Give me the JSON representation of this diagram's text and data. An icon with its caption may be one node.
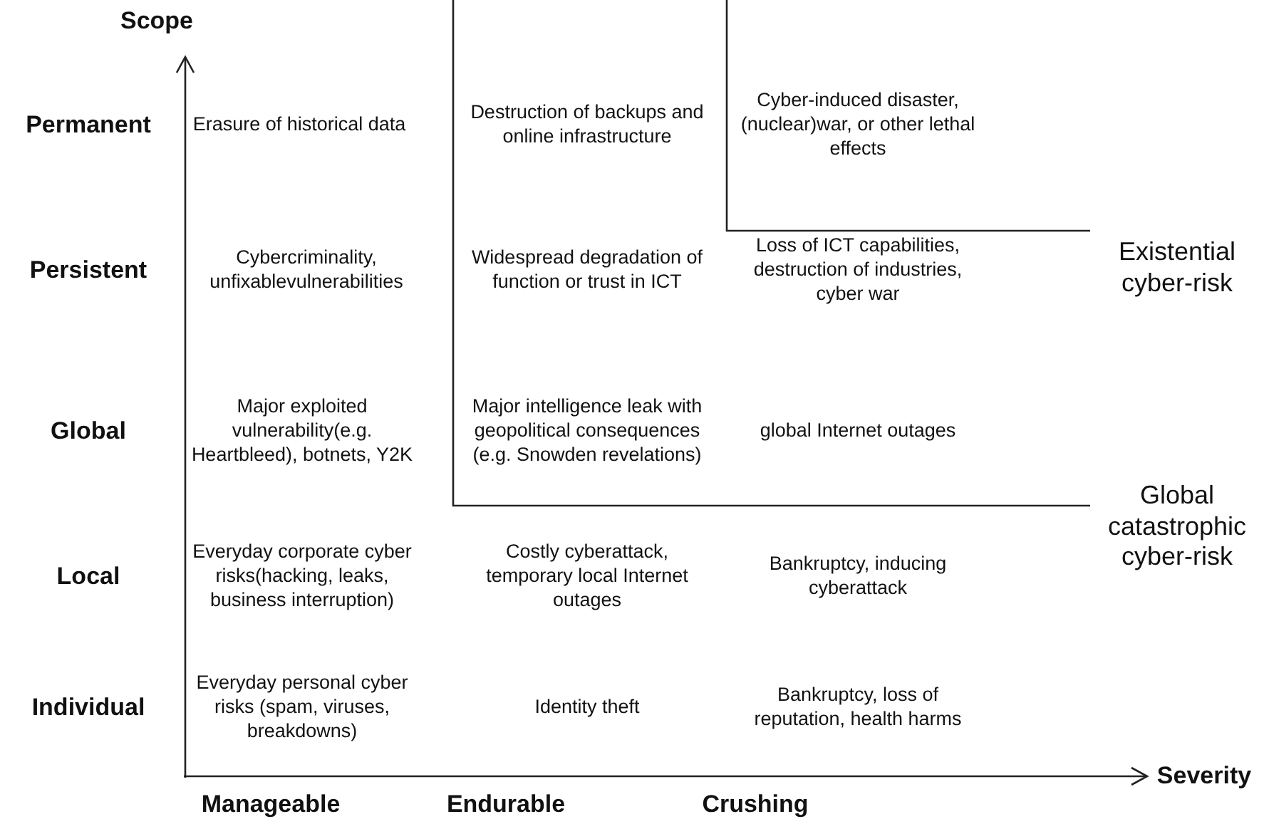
{
  "diagram": {
    "labels": [
      "Scope",
      "Permanent",
      "Erasure of historical data",
      "Destruction of backups and online infrastructure",
      "Cyber-induced disaster, (nuclear)war, or other lethal effects",
      "Existential cyber-risk",
      "Persistent",
      "Cybercriminality, unfixablevulnerabilities",
      "Widespread degradation of function or trust in ICT",
      "Loss of ICT capabilities, destruction of industries, cyber war",
      "Global",
      "Major exploited vulnerability(e.g. Heartbleed), botnets, Y2K",
      "Major intelligence leak with geopolitical consequences (e.g. Snowden revelations)",
      "global Internet outages",
      "Global catastrophic cyber-risk",
      "Local",
      "Everyday corporate cyber risks(hacking, leaks, business interruption)",
      "Costly cyberattack, temporary local Internet outages",
      "Bankruptcy, inducing cyberattack",
      "Individual",
      "Everyday personal cyber risks (spam, viruses, breakdowns)",
      "Identity theft",
      "Bankruptcy, loss of reputation, health harms",
      "Severity",
      "Manageable",
      "Endurable",
      "Crushing"
    ]
  }
}
